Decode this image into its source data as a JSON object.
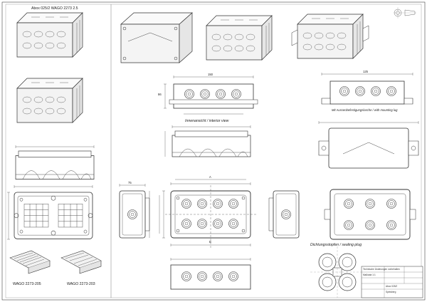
{
  "labels": {
    "title_left": "Abox 025/2 WAGO 2273 2.5",
    "interior_view": "Innenansicht / interior view",
    "mounting_lug": "Mit Aussenbefestigungslasche / with mounting lug",
    "sealing_plug": "Dichtungsstopfen / sealing plug",
    "wago_205": "WAGO 2273-205",
    "wago_203": "WAGO 2273-203"
  },
  "dimensions": {
    "d1": "150",
    "d2": "86",
    "d3": "75",
    "d4": "125",
    "a": "A",
    "b": "B"
  },
  "title_block": {
    "row1": "Technische Änderungen vorbehalten",
    "row2": "Maßstab 1:1",
    "row3": "Abox 025/2",
    "row4": "Spelsberg"
  },
  "colors": {
    "line": "#333333",
    "light": "#888888"
  }
}
